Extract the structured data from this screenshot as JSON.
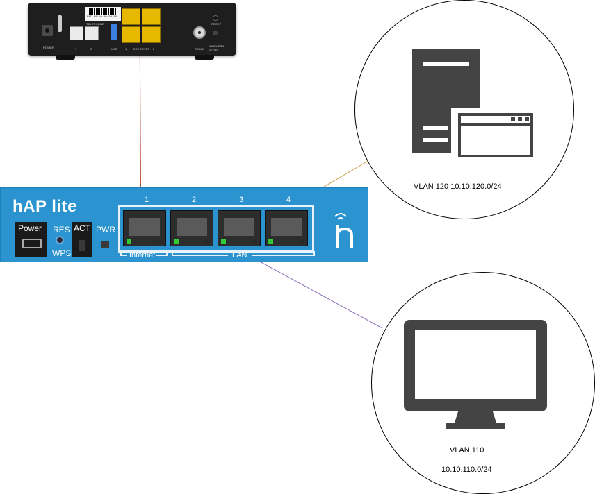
{
  "modem": {
    "labels": {
      "power": "POWER",
      "telephone": "TELEPHONE",
      "tel1": "1",
      "tel2": "2",
      "usb": "USB",
      "ethernet": "ETHERNET",
      "eth1": "1",
      "eth2": "2",
      "cable": "CABLE",
      "reset": "RESET",
      "wireless_setup": "WIRELESS SETUP"
    }
  },
  "router": {
    "brand": "hAP lite",
    "power_label": "Power",
    "res_label": "RES",
    "wps_label": "WPS",
    "act_label": "ACT",
    "pwr_label": "PWR",
    "ports": [
      "1",
      "2",
      "3",
      "4"
    ],
    "internet_label": "Internet",
    "lan_label": "LAN"
  },
  "server_node": {
    "caption": "VLAN 120 10.10.120.0/24",
    "icon": "server-browser-icon"
  },
  "desktop_node": {
    "caption_line1": "VLAN 110",
    "caption_line2": "10.10.110.0/24",
    "icon": "monitor-icon"
  },
  "links": [
    {
      "from": "modem-ethernet",
      "to": "router-port-1",
      "color": "#b5543a"
    },
    {
      "from": "router-port-3",
      "to": "server-node",
      "color": "#c9a04a"
    },
    {
      "from": "router-lan",
      "to": "desktop-node",
      "color": "#8a6ab8"
    }
  ]
}
